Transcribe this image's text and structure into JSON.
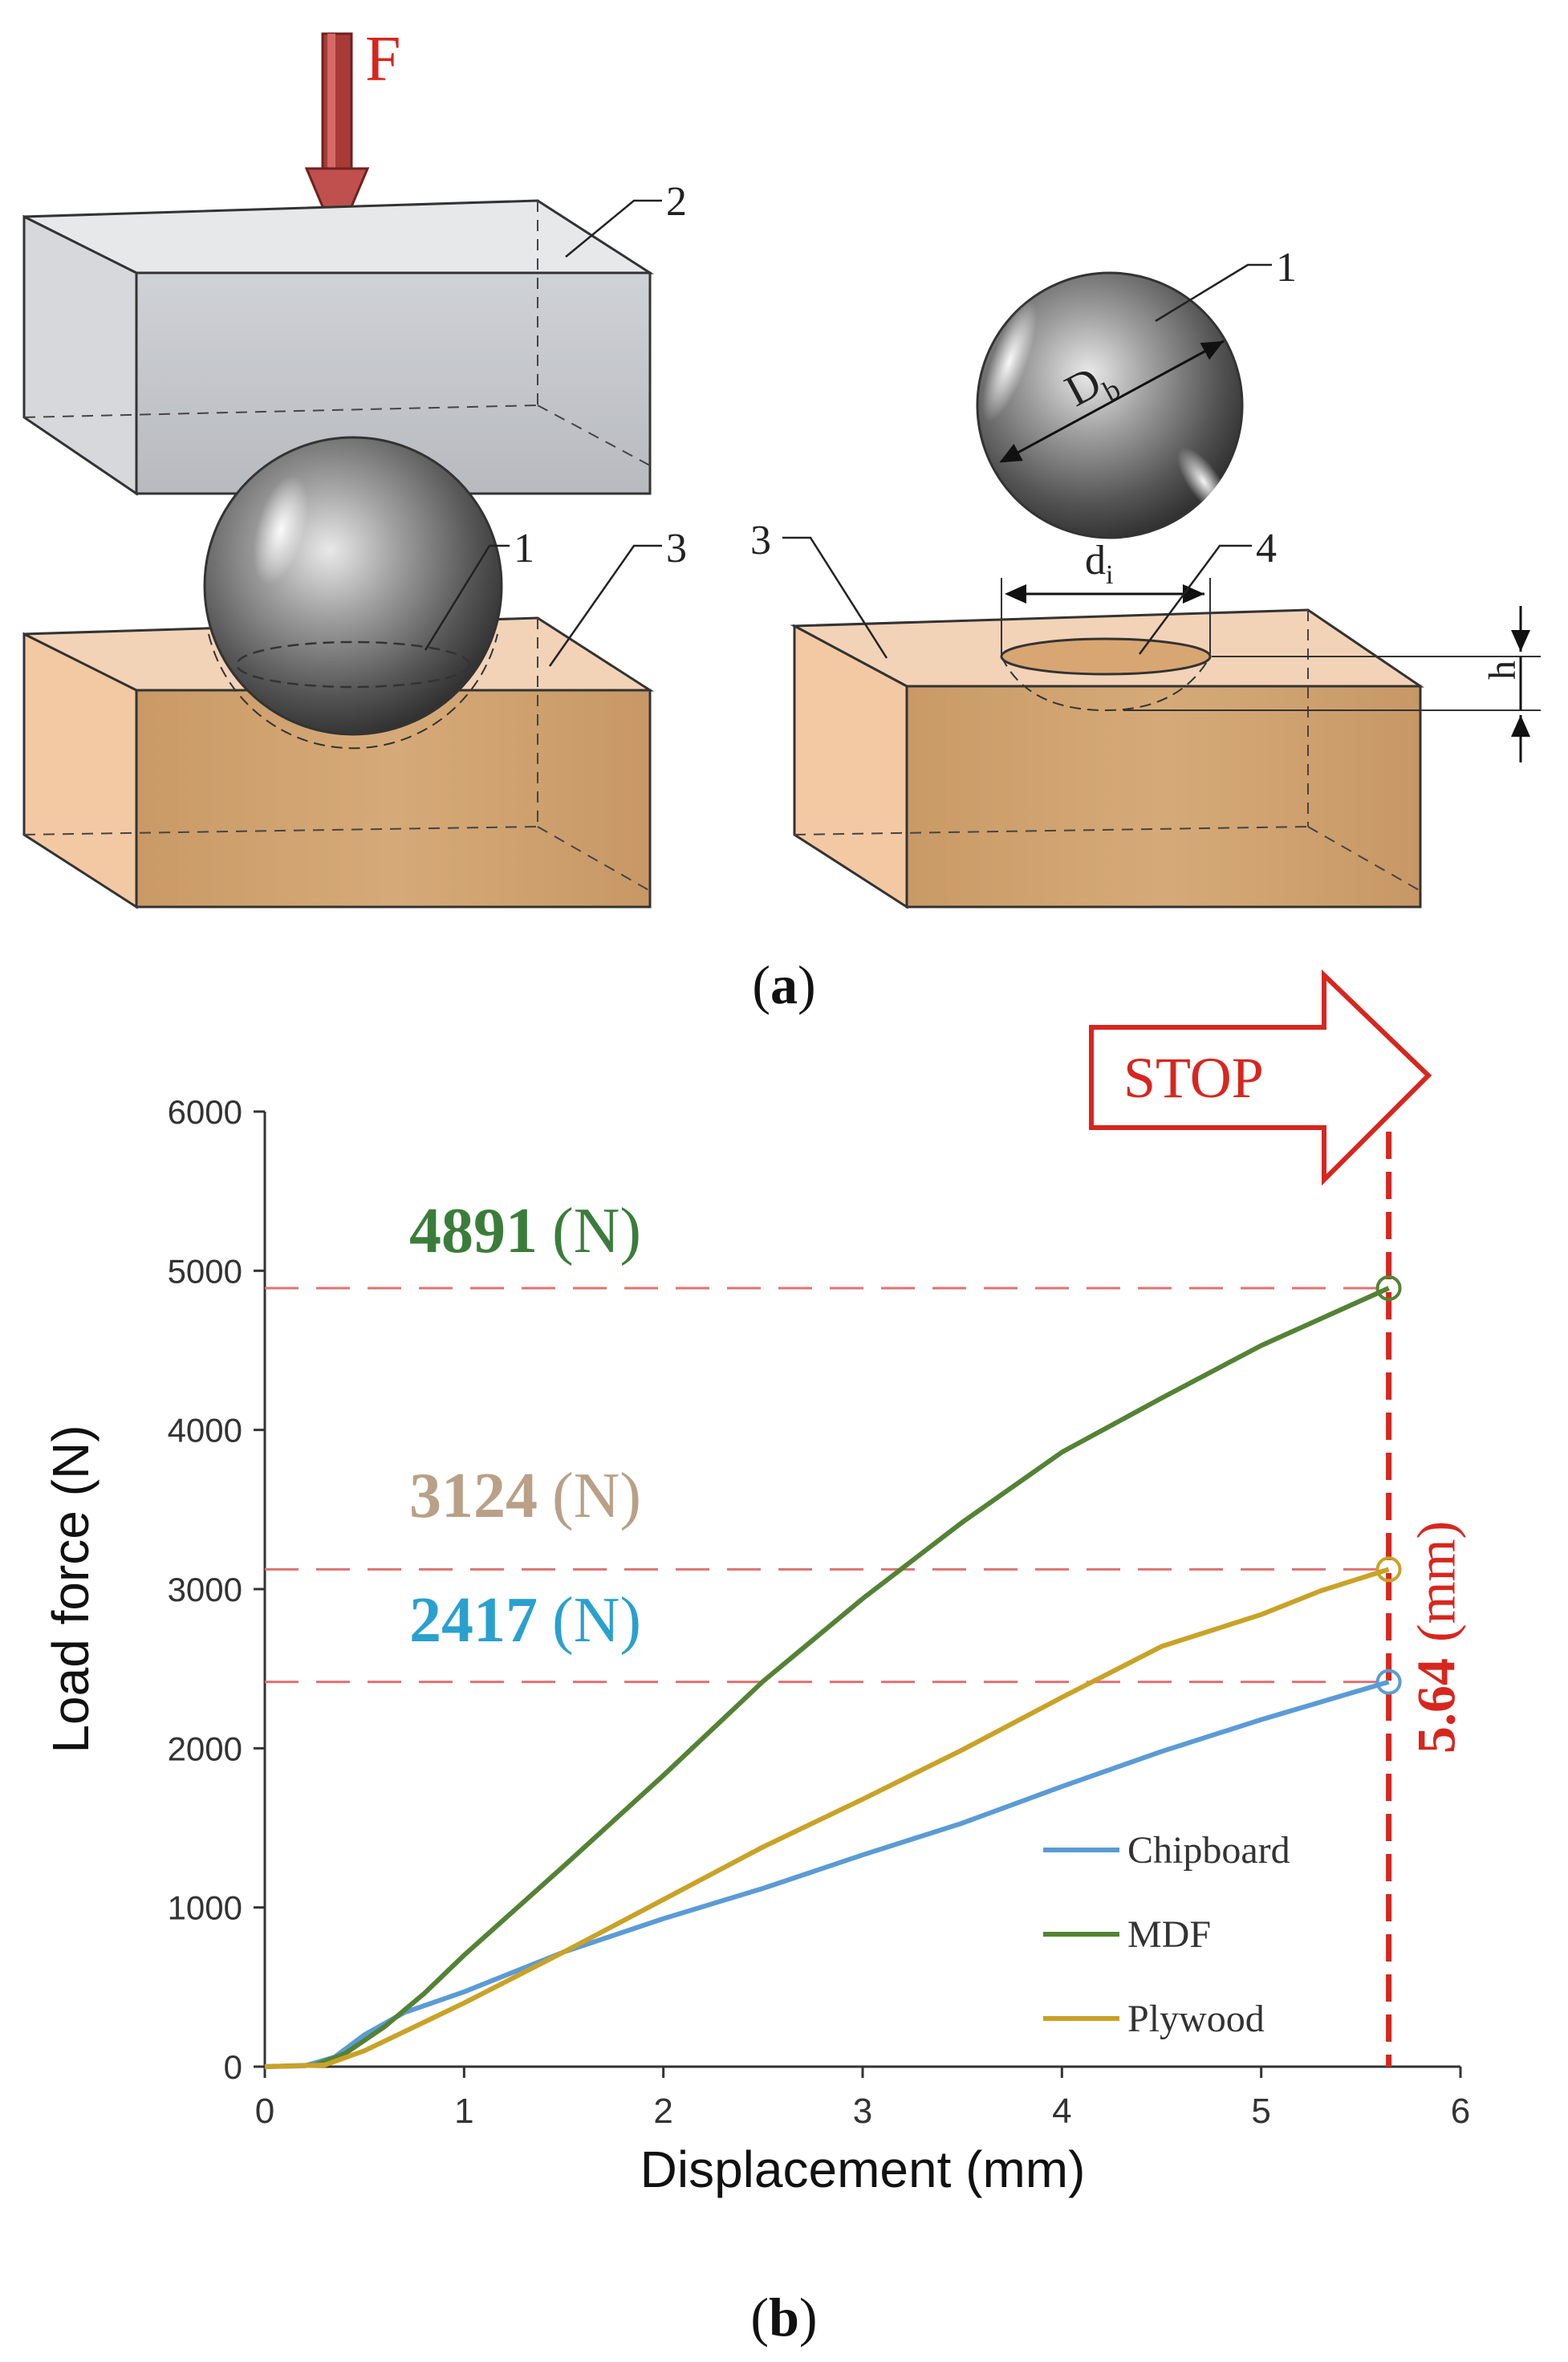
{
  "panel_a": {
    "caption_open": "(",
    "caption_letter": "a",
    "caption_close": ")",
    "force_label": "F",
    "callout_plate": "2",
    "callout_ball_left": "1",
    "callout_base_left": "3",
    "callout_ball_right": "1",
    "callout_base_right": "3",
    "callout_indent": "4",
    "ball_diameter_main": "D",
    "ball_diameter_sub": "b",
    "indent_diameter_main": "d",
    "indent_diameter_sub": "i",
    "indent_depth": "h",
    "colors": {
      "force_arrow": "#c0504d",
      "plate": "#c9ccd0",
      "wood": "#d9ad7c",
      "wood_top": "#f0cfb2"
    }
  },
  "panel_b": {
    "caption_open": "(",
    "caption_letter": "b",
    "caption_close": ")",
    "stop_label": "STOP",
    "stop_value": "5.64",
    "stop_unit": "(mm)",
    "annotations": [
      {
        "value": "4891",
        "unit": "(N)",
        "y": 4891,
        "color": "#3a7d3a"
      },
      {
        "value": "3124",
        "unit": "(N)",
        "y": 3124,
        "color": "#b9a087"
      },
      {
        "value": "2417",
        "unit": "(N)",
        "y": 2417,
        "color": "#2aa0cf"
      }
    ]
  },
  "chart_data": {
    "type": "line",
    "xlabel": "Displacement (mm)",
    "ylabel": "Load force (N)",
    "xlim": [
      0,
      6
    ],
    "ylim": [
      0,
      6000
    ],
    "xticks": [
      "0",
      "1",
      "2",
      "3",
      "4",
      "5",
      "6"
    ],
    "yticks": [
      "0",
      "1000",
      "2000",
      "3000",
      "4000",
      "5000",
      "6000"
    ],
    "grid": false,
    "legend_position": "bottom-right",
    "stop_x": 5.64,
    "series": [
      {
        "name": "Chipboard",
        "color": "#5b9bd5",
        "points": [
          [
            0,
            0
          ],
          [
            0.2,
            5
          ],
          [
            0.35,
            60
          ],
          [
            0.5,
            200
          ],
          [
            0.7,
            340
          ],
          [
            1,
            470
          ],
          [
            1.5,
            720
          ],
          [
            2,
            930
          ],
          [
            2.5,
            1120
          ],
          [
            3,
            1330
          ],
          [
            3.5,
            1530
          ],
          [
            4,
            1760
          ],
          [
            4.5,
            1980
          ],
          [
            5,
            2180
          ],
          [
            5.64,
            2417
          ]
        ]
      },
      {
        "name": "MDF",
        "color": "#548235",
        "points": [
          [
            0,
            0
          ],
          [
            0.25,
            10
          ],
          [
            0.4,
            80
          ],
          [
            0.6,
            250
          ],
          [
            0.8,
            460
          ],
          [
            1,
            700
          ],
          [
            1.5,
            1260
          ],
          [
            2,
            1830
          ],
          [
            2.5,
            2420
          ],
          [
            3,
            2940
          ],
          [
            3.5,
            3420
          ],
          [
            4,
            3860
          ],
          [
            4.5,
            4200
          ],
          [
            5,
            4530
          ],
          [
            5.64,
            4891
          ]
        ]
      },
      {
        "name": "Plywood",
        "color": "#c9a227",
        "points": [
          [
            0,
            0
          ],
          [
            0.3,
            10
          ],
          [
            0.5,
            100
          ],
          [
            0.8,
            280
          ],
          [
            1,
            400
          ],
          [
            1.5,
            720
          ],
          [
            2,
            1050
          ],
          [
            2.5,
            1380
          ],
          [
            3,
            1680
          ],
          [
            3.5,
            1990
          ],
          [
            4,
            2320
          ],
          [
            4.5,
            2640
          ],
          [
            5,
            2840
          ],
          [
            5.3,
            2990
          ],
          [
            5.64,
            3124
          ]
        ]
      }
    ]
  }
}
